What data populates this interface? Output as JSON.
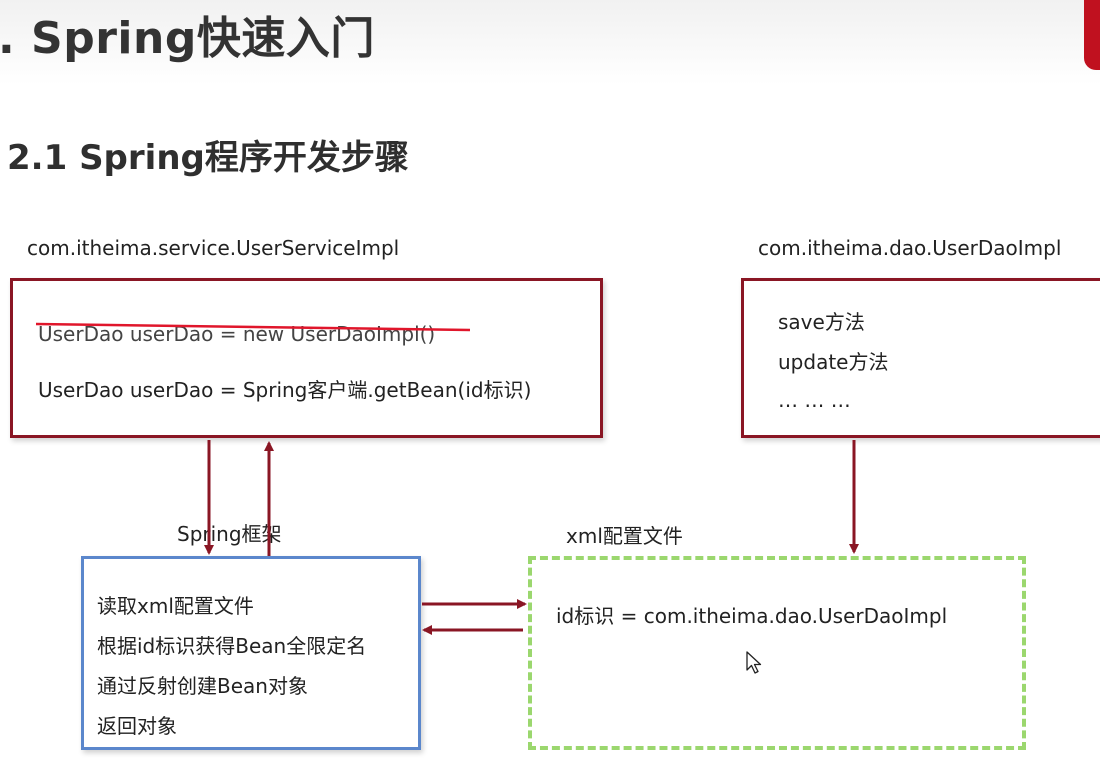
{
  "slide": {
    "heading": ". Spring快速入门",
    "subheading": "2.1 Spring程序开发步骤"
  },
  "service_box": {
    "class_label": "com.itheima.service.UserServiceImpl",
    "struck_line": "UserDao userDao = new UserDaoImpl()",
    "line": "UserDao userDao = Spring客户端.getBean(id标识)"
  },
  "dao_box": {
    "class_label": "com.itheima.dao.UserDaoImpl",
    "lines": [
      "save方法",
      "update方法",
      "… … …"
    ]
  },
  "framework_box": {
    "label": "Spring框架",
    "steps": [
      "读取xml配置文件",
      "根据id标识获得Bean全限定名",
      "通过反射创建Bean对象",
      "返回对象"
    ]
  },
  "xml_box": {
    "label": "xml配置文件",
    "line": "id标识 = com.itheima.dao.UserDaoImpl"
  },
  "colors": {
    "arrow": "#8a1624",
    "service_border": "#8a1624",
    "framework_border": "#5b87cc",
    "xml_border": "#9bd76e",
    "strike": "#e0162b",
    "corner_tab": "#c0111f"
  },
  "icons": [
    "mouse-cursor-icon"
  ]
}
